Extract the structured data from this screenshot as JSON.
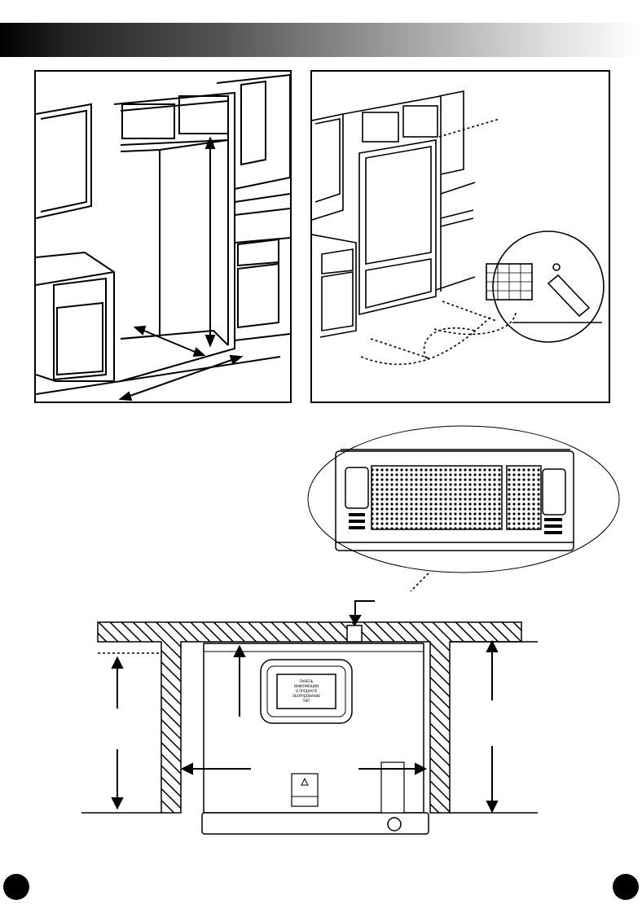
{
  "header": {
    "accent_color": "#000000"
  },
  "figures": [
    {
      "id": "cabinet-opening",
      "icon": "empty-cabinet-opening-drawing"
    },
    {
      "id": "installed-fridge",
      "icon": "fridge-in-cabinet-drawing"
    },
    {
      "id": "rear-detail",
      "icon": "fridge-rear-vent-zoom"
    },
    {
      "id": "top-clearance-plan",
      "icon": "clearance-plan-diagram"
    }
  ],
  "label_panel": {
    "lines": [
      "ПАНЕЛЬ",
      "ИНФОРМАЦИИ",
      "О ПРОДУКТЕ",
      "ОБОРУДОВАНИЕ",
      "ТИП"
    ]
  }
}
